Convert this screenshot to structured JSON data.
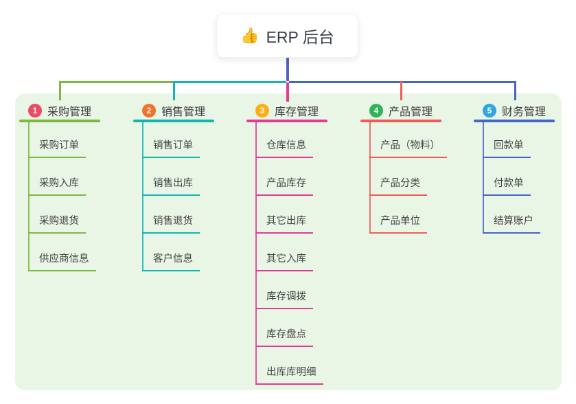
{
  "root": {
    "icon": "👍",
    "label": "ERP 后台"
  },
  "branches": [
    {
      "index": "1",
      "label": "采购管理",
      "line_color": "#7cb93f",
      "badge_color": "#ee4b62",
      "children": [
        "采购订单",
        "采购入库",
        "采购退货",
        "供应商信息"
      ]
    },
    {
      "index": "2",
      "label": "销售管理",
      "line_color": "#13b5b1",
      "badge_color": "#f5722e",
      "children": [
        "销售订单",
        "销售出库",
        "销售退货",
        "客户信息"
      ]
    },
    {
      "index": "3",
      "label": "库存管理",
      "line_color": "#e33a95",
      "badge_color": "#fcb017",
      "children": [
        "仓库信息",
        "产品库存",
        "其它出库",
        "其它入库",
        "库存调拨",
        "库存盘点",
        "出库库明细"
      ]
    },
    {
      "index": "4",
      "label": "产品管理",
      "line_color": "#f15b55",
      "badge_color": "#2eb457",
      "children": [
        "产品（物料）",
        "产品分类",
        "产品单位"
      ]
    },
    {
      "index": "5",
      "label": "财务管理",
      "line_color": "#4466c6",
      "badge_color": "#2fa6e4",
      "children": [
        "回款单",
        "付款单",
        "结算账户"
      ]
    }
  ],
  "colors": {
    "panel_bg": "#e9f6e6",
    "root_line": "#5361c6",
    "text": "#3d3d3d"
  }
}
